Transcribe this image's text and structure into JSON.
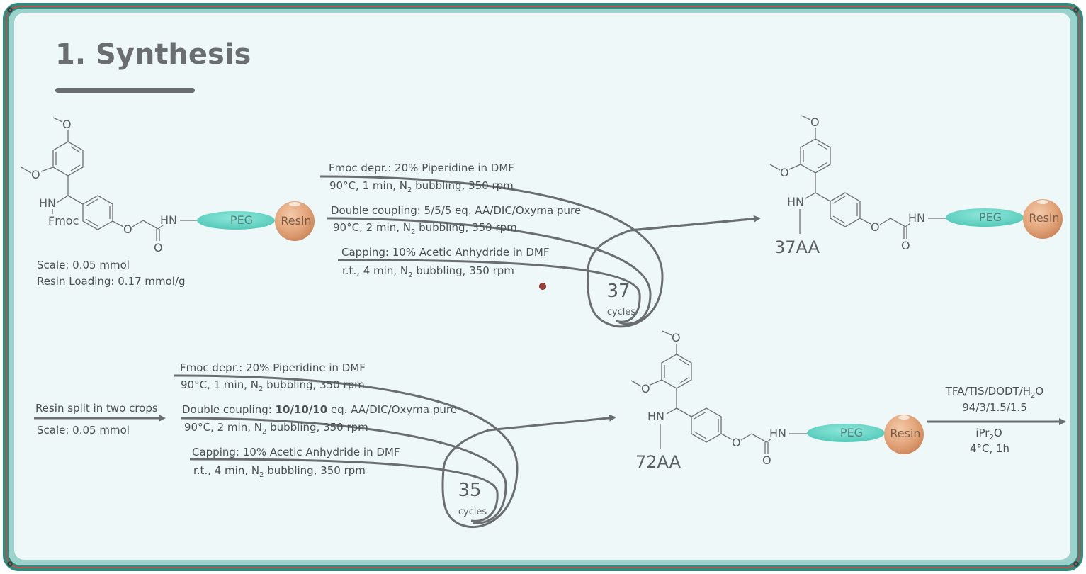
{
  "title": "1. Synthesis",
  "colors": {
    "frame_outer": "#2e8b7e",
    "frame_inner": "#c0504d",
    "panel_bg": "#eef8f9",
    "peg": "#6fdccd",
    "resin": "#e3a47a",
    "text": "#4a4f52",
    "line": "#6a6e70"
  },
  "molecule": {
    "methoxy": "O",
    "hn": "HN",
    "fmoc": "Fmoc",
    "ether_o": "O",
    "amide_hn": "HN",
    "carbonyl_o": "O",
    "peg": "PEG",
    "resin": "Resin"
  },
  "start": {
    "scale": "Scale: 0.05 mmol",
    "loading": "Resin Loading: 0.17 mmol/g"
  },
  "cycle1": {
    "deprotection_label": "Fmoc depr.: 20% Piperidine in DMF",
    "deprotection_cond_a": "90°C, 1 min, N",
    "deprotection_cond_sub": "2",
    "deprotection_cond_b": " bubbling, 350 rpm",
    "coupling_label": "Double coupling: 5/5/5 eq. AA/DIC/Oxyma pure",
    "coupling_cond_a": "90°C, 2 min, N",
    "coupling_cond_sub": "2",
    "coupling_cond_b": " bubbling, 350 rpm",
    "capping_label": "Capping: 10% Acetic Anhydride in DMF",
    "capping_cond_a": "r.t., 4 min, N",
    "capping_cond_sub": "2",
    "capping_cond_b": " bubbling, 350 rpm",
    "count": "37",
    "count_unit": "cycles",
    "product_label": "37AA"
  },
  "split": {
    "label": "Resin split in two crops",
    "scale": "Scale: 0.05 mmol"
  },
  "cycle2": {
    "deprotection_label": "Fmoc depr.: 20% Piperidine in DMF",
    "deprotection_cond_a": "90°C, 1 min, N",
    "deprotection_cond_sub": "2",
    "deprotection_cond_b": " bubbling, 350 rpm",
    "coupling_label_a": "Double coupling: ",
    "coupling_label_bold": "10/10/10",
    "coupling_label_b": " eq. AA/DIC/Oxyma pure",
    "coupling_cond_a": "90°C, 2 min, N",
    "coupling_cond_sub": "2",
    "coupling_cond_b": " bubbling, 350 rpm",
    "capping_label": "Capping: 10% Acetic Anhydride in DMF",
    "capping_cond_a": "r.t., 4 min, N",
    "capping_cond_sub": "2",
    "capping_cond_b": " bubbling, 350 rpm",
    "count": "35",
    "count_unit": "cycles",
    "product_label": "72AA"
  },
  "cleavage": {
    "reagent_a": "TFA/TIS/DODT/H",
    "reagent_sub": "2",
    "reagent_b": "O",
    "ratio": "94/3/1.5/1.5",
    "precip_a": "iPr",
    "precip_sub": "2",
    "precip_b": "O",
    "temp_time": "4°C, 1h"
  }
}
